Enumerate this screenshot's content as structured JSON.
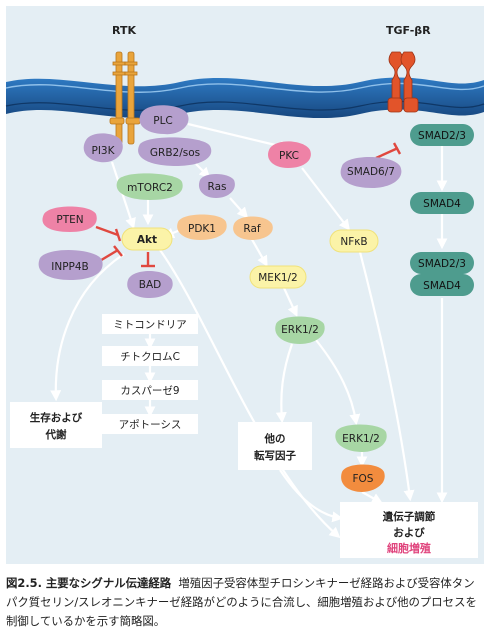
{
  "receptors": {
    "rtk": "RTK",
    "tgfb": "TGF-βR"
  },
  "nodes": {
    "plc": "PLC",
    "pi3k": "PI3K",
    "grb2": "GRB2/sos",
    "pkc": "PKC",
    "smad23_top": "SMAD2/3",
    "smad67": "SMAD6/7",
    "mtorc2": "mTORC2",
    "ras": "Ras",
    "smad4_a": "SMAD4",
    "pten": "PTEN",
    "pdk1": "PDK1",
    "akt": "Akt",
    "raf": "Raf",
    "nfkb": "NFκB",
    "smad23_bottom": "SMAD2/3",
    "smad4_b": "SMAD4",
    "inpp4b": "INPP4B",
    "bad": "BAD",
    "mek": "MEK1/2",
    "mito": "ミトコンドリア",
    "erk_a": "ERK1/2",
    "cytc": "チトクロムC",
    "casp9": "カスパーゼ9",
    "apop": "アポトーシス",
    "survival_1": "生存および",
    "survival_2": "代謝",
    "tf_1": "他の",
    "tf_2": "転写因子",
    "erk_b": "ERK1/2",
    "fos": "FOS",
    "gene_1": "遺伝子調節",
    "gene_2": "および",
    "gene_3": "細胞増殖"
  },
  "caption": {
    "figure_label": "図2.5. 主要なシグナル伝達経路",
    "text": "増殖因子受容体型チロシンキナーゼ経路および受容体タンパク質セリン/スレオニンキナーゼ経路がどのように合流し、細胞増殖および他のプロセスを制御しているかを示す簡略図。"
  },
  "colors": {
    "panel_background": "#e4eef4",
    "membrane": "#1f5fa6",
    "rtk_receptor": "#e9a43b",
    "tgfb_receptor": "#e2542a",
    "purple_node": "#b59fcd",
    "green_node": "#a7d6a4",
    "pink_node": "#ee82a6",
    "orange_node": "#f7c58f",
    "teal_node": "#4e9c8e",
    "yellow_node": "#fbf3a8",
    "arrow": "#ffffff",
    "inhibition": "#e0483f",
    "cell_growth_text": "#e0447d"
  }
}
